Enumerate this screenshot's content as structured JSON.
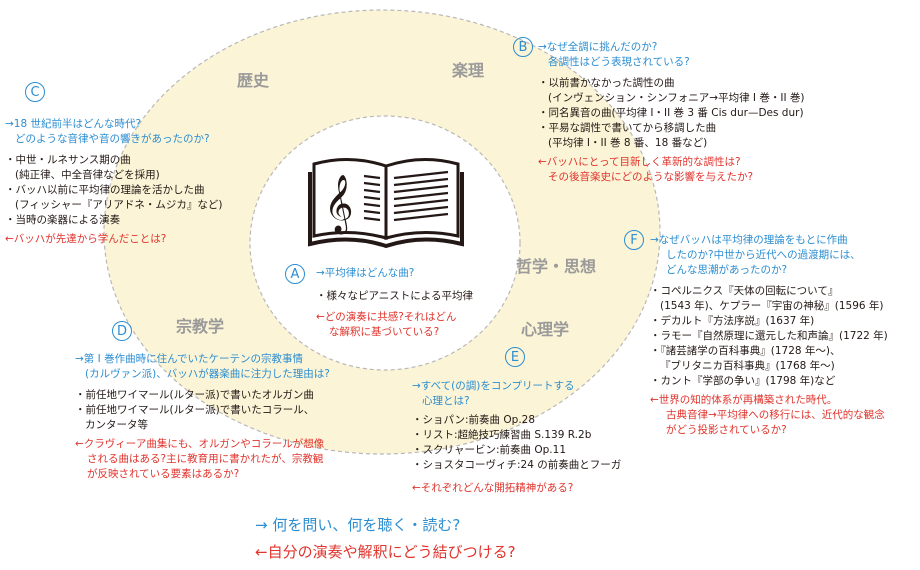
{
  "center": {
    "letter": "A",
    "question": "→平均律はどんな曲?",
    "bullets": [
      "・様々なピアニストによる平均律"
    ],
    "reflection": [
      "←どの演奏に共感?それはどん",
      "な解釈に基づいている?"
    ]
  },
  "categories": {
    "history": "歴史",
    "theory": "楽理",
    "philosophy": "哲学・思想",
    "religion": "宗教学",
    "psychology": "心理学"
  },
  "b": {
    "letter": "B",
    "questions": [
      "→なぜ全調に挑んだのか?",
      "各調性はどう表現されている?"
    ],
    "bullets": [
      {
        "text": "・以前書かなかった調性の曲",
        "sub": "(インヴェンション・シンフォニア→平均律 I 巻・II 巻)"
      },
      {
        "text": "・同名異音の曲(平均律 I・II 巻 3 番 Cis dur—Des dur)",
        "sub": ""
      },
      {
        "text": "・平易な調性で書いてから移調した曲",
        "sub": "(平均律 I・II 巻 8 番、18 番など)"
      }
    ],
    "reflection": [
      "←バッハにとって目新しく革新的な調性は?",
      "その後音楽史にどのような影響を与えたか?"
    ]
  },
  "c": {
    "letter": "C",
    "questions": [
      "→18 世紀前半はどんな時代?",
      "どのような音律や音の響きがあったのか?"
    ],
    "bullets": [
      {
        "text": "・中世・ルネサンス期の曲",
        "sub": "(純正律、中全音律などを採用)"
      },
      {
        "text": "・バッハ以前に平均律の理論を活かした曲",
        "sub": "(フィッシャー『アリアドネ・ムジカ』など)"
      },
      {
        "text": "・当時の楽器による演奏",
        "sub": ""
      }
    ],
    "reflection": [
      "←バッハが先達から学んだことは?"
    ]
  },
  "d": {
    "letter": "D",
    "questions": [
      "→第 I 巻作曲時に住んでいたケーテンの宗教事情",
      "(カルヴァン派)、バッハが器楽曲に注力した理由は?"
    ],
    "bullets": [
      {
        "text": "・前任地ワイマール(ルター派)で書いたオルガン曲",
        "sub": ""
      },
      {
        "text": "・前任地ワイマール(ルター派)で書いたコラール、",
        "sub": "カンタータ等"
      }
    ],
    "reflection": [
      "←クラヴィーア曲集にも、オルガンやコラールが想像",
      "される曲はある?主に教育用に書かれたが、宗教観",
      "が反映されている要素はあるか?"
    ]
  },
  "e": {
    "letter": "E",
    "questions": [
      "→すべて(の調)をコンプリートする",
      "心理とは?"
    ],
    "bullets": [
      {
        "text": "・ショパン:前奏曲 Op.28",
        "sub": ""
      },
      {
        "text": "・リスト:超絶技巧練習曲 S.139 R.2b",
        "sub": ""
      },
      {
        "text": "・スクリャービン:前奏曲 Op.11",
        "sub": ""
      },
      {
        "text": "・ショスタコーヴィチ:24 の前奏曲とフーガ",
        "sub": ""
      }
    ],
    "reflection": [
      "←それぞれどんな開拓精神がある?"
    ]
  },
  "f": {
    "letter": "F",
    "questions": [
      "→なぜバッハは平均律の理論をもとに作曲",
      "したのか?中世から近代への過渡期には、",
      "どんな思潮があったのか?"
    ],
    "bullets": [
      {
        "text": "・コペルニクス『天体の回転について』",
        "sub": "(1543 年)、ケプラー『宇宙の神秘』(1596 年)"
      },
      {
        "text": "・デカルト『方法序説』(1637 年)",
        "sub": ""
      },
      {
        "text": "・ラモー『自然原理に還元した和声論』(1722 年)",
        "sub": ""
      },
      {
        "text": "・『諸芸諸学の百科事典』(1728 年〜)、",
        "sub": "『ブリタニカ百科事典』(1768 年〜)"
      },
      {
        "text": "・カント『学部の争い』(1798 年)など",
        "sub": ""
      }
    ],
    "reflection": [
      "←世界の知的体系が再構築された時代。",
      "古典音律→平均律への移行には、近代的な観念",
      "がどう投影されているか?"
    ]
  },
  "bottom": {
    "line1": "→ 何を問い、何を聴く・読む?",
    "line2": "←自分の演奏や解釈にどう結びつける?"
  },
  "colors": {
    "ring_fill": "#fbf4d6",
    "blue": "#2c8ed1",
    "red": "#e0342d",
    "gray": "#9a9a9a"
  }
}
